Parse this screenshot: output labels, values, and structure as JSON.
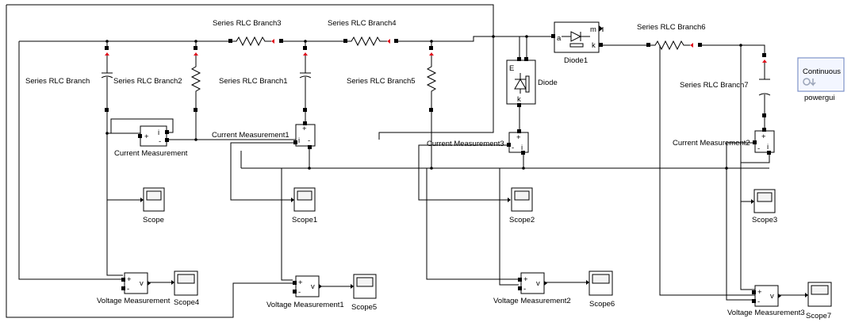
{
  "labels": {
    "rlc3": "Series RLC Branch3",
    "rlc4": "Series RLC Branch4",
    "rlc6": "Series RLC Branch6",
    "rlc": "Series RLC Branch",
    "rlc2": "Series RLC Branch2",
    "rlc1": "Series RLC Branch1",
    "rlc5": "Series RLC Branch5",
    "rlc7": "Series RLC Branch7",
    "diode": "Diode",
    "diode1": "Diode1",
    "cm": "Current Measurement",
    "cm1": "Current Measurement1",
    "cm2": "Current Measurement2",
    "cm3": "Current Measurement3",
    "vm": "Voltage Measurement",
    "vm1": "Voltage Measurement1",
    "vm2": "Voltage Measurement2",
    "vm3": "Voltage Measurement3",
    "scope": "Scope",
    "scope1": "Scope1",
    "scope2": "Scope2",
    "scope3": "Scope3",
    "scope4": "Scope4",
    "scope5": "Scope5",
    "scope6": "Scope6",
    "scope7": "Scope7",
    "powergui": "powergui",
    "powergui_mode": "Continuous"
  },
  "ports": {
    "plus": "+",
    "minus": "-",
    "i": "i",
    "v": "v",
    "a": "a",
    "k": "k",
    "m": "m",
    "e": "E"
  },
  "colors": {
    "rlc_marker": "#e0141e",
    "powergui_text": "#0a2fa0",
    "wire": "#000000"
  }
}
